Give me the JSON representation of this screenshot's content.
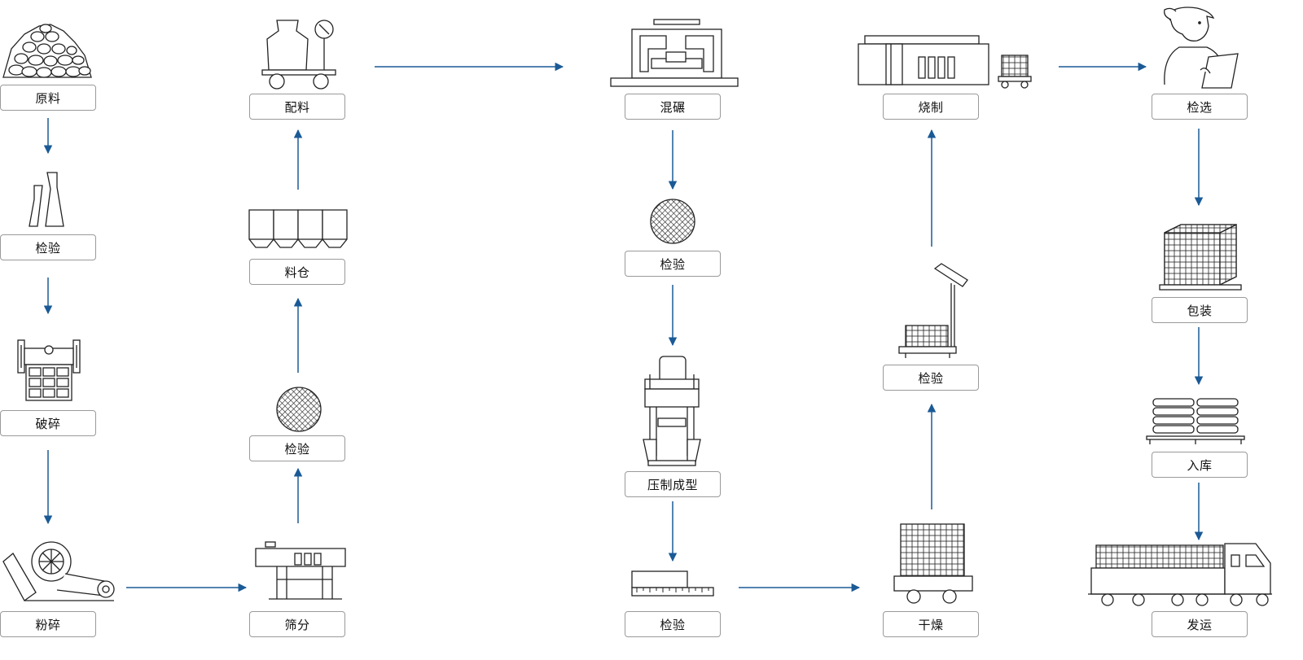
{
  "steps": {
    "s1": "原料",
    "s2": "检验",
    "s3": "破碎",
    "s4": "粉碎",
    "s5": "筛分",
    "s6": "检验",
    "s7": "料仓",
    "s8": "配料",
    "s9": "混碾",
    "s10": "检验",
    "s11": "压制成型",
    "s12": "检验",
    "s13": "干燥",
    "s14": "检验",
    "s15": "烧制",
    "s16": "检选",
    "s17": "包装",
    "s18": "入库",
    "s19": "发运"
  },
  "colors": {
    "arrow": "#1a5a96",
    "outline": "#222222",
    "label_border": "#9a9a9a"
  }
}
